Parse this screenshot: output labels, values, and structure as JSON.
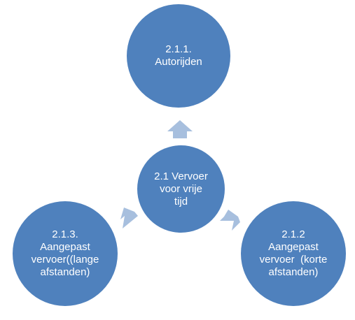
{
  "colors": {
    "node_fill": "#4f81bd",
    "node_text": "#ffffff",
    "arrow_fill": "#a7bfde"
  },
  "diagram": {
    "center": {
      "lines": [
        "2.1 Vervoer",
        "voor vrije",
        "tijd"
      ]
    },
    "top": {
      "lines": [
        "2.1.1.",
        "Autorijden"
      ]
    },
    "right": {
      "lines": [
        "2.1.2",
        "Aangepast",
        "vervoer  (korte",
        "afstanden)"
      ]
    },
    "left": {
      "lines": [
        "2.1.3.",
        "Aangepast",
        "vervoer((lange",
        "afstanden)"
      ]
    }
  }
}
